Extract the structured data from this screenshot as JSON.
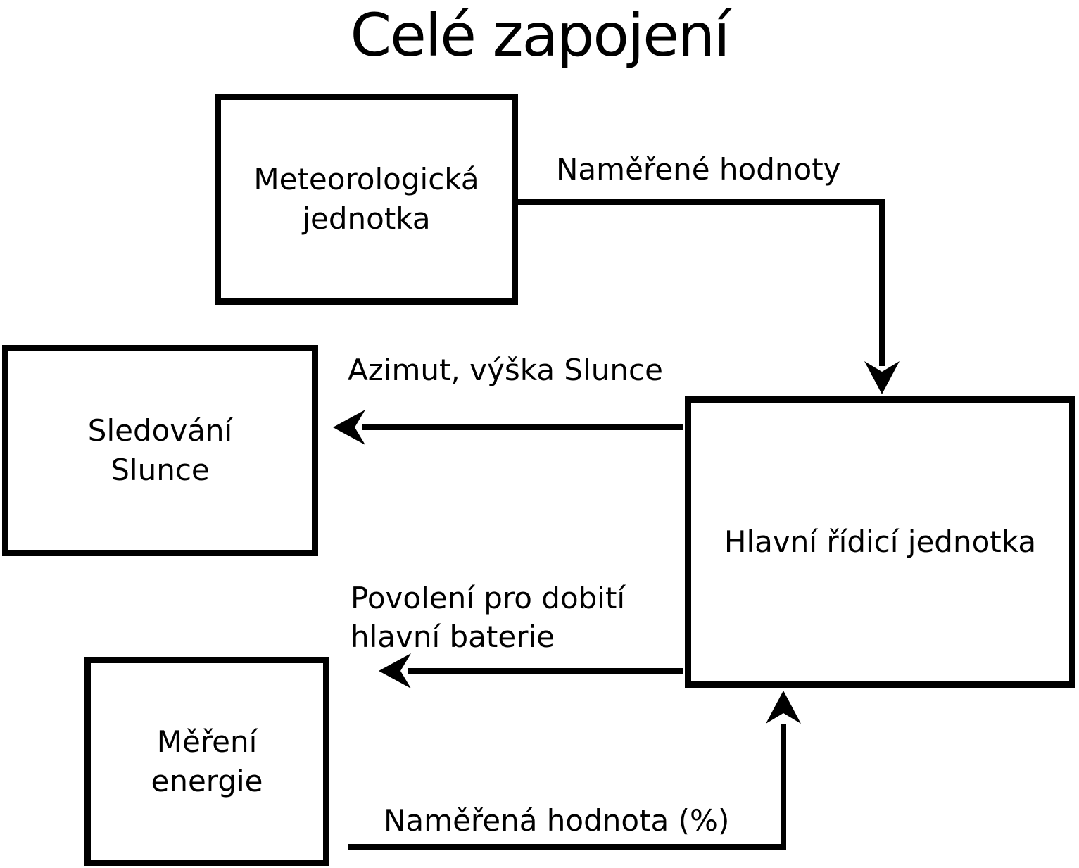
{
  "title": "Celé zapojení",
  "colors": {
    "ink": "#000000",
    "background": "#ffffff"
  },
  "nodes": {
    "meteo": {
      "lines": [
        "Meteorologická",
        "jednotka"
      ]
    },
    "sun_tracking": {
      "lines": [
        "Sledování",
        "Slunce"
      ]
    },
    "energy": {
      "lines": [
        "Měření",
        "energie"
      ]
    },
    "main_control": {
      "lines": [
        "Hlavní řídicí jednotka"
      ]
    }
  },
  "edges": {
    "meteo_to_main": {
      "label": "Naměřené hodnoty",
      "from": "meteo",
      "to": "main_control"
    },
    "main_to_sun": {
      "label": "Azimut, výška Slunce",
      "from": "main_control",
      "to": "sun_tracking"
    },
    "main_to_battery": {
      "lines": [
        "Povolení pro dobití",
        "hlavní baterie"
      ],
      "from": "main_control"
    },
    "energy_to_main": {
      "label": "Naměřená hodnota (%)",
      "from": "energy",
      "to": "main_control"
    }
  }
}
